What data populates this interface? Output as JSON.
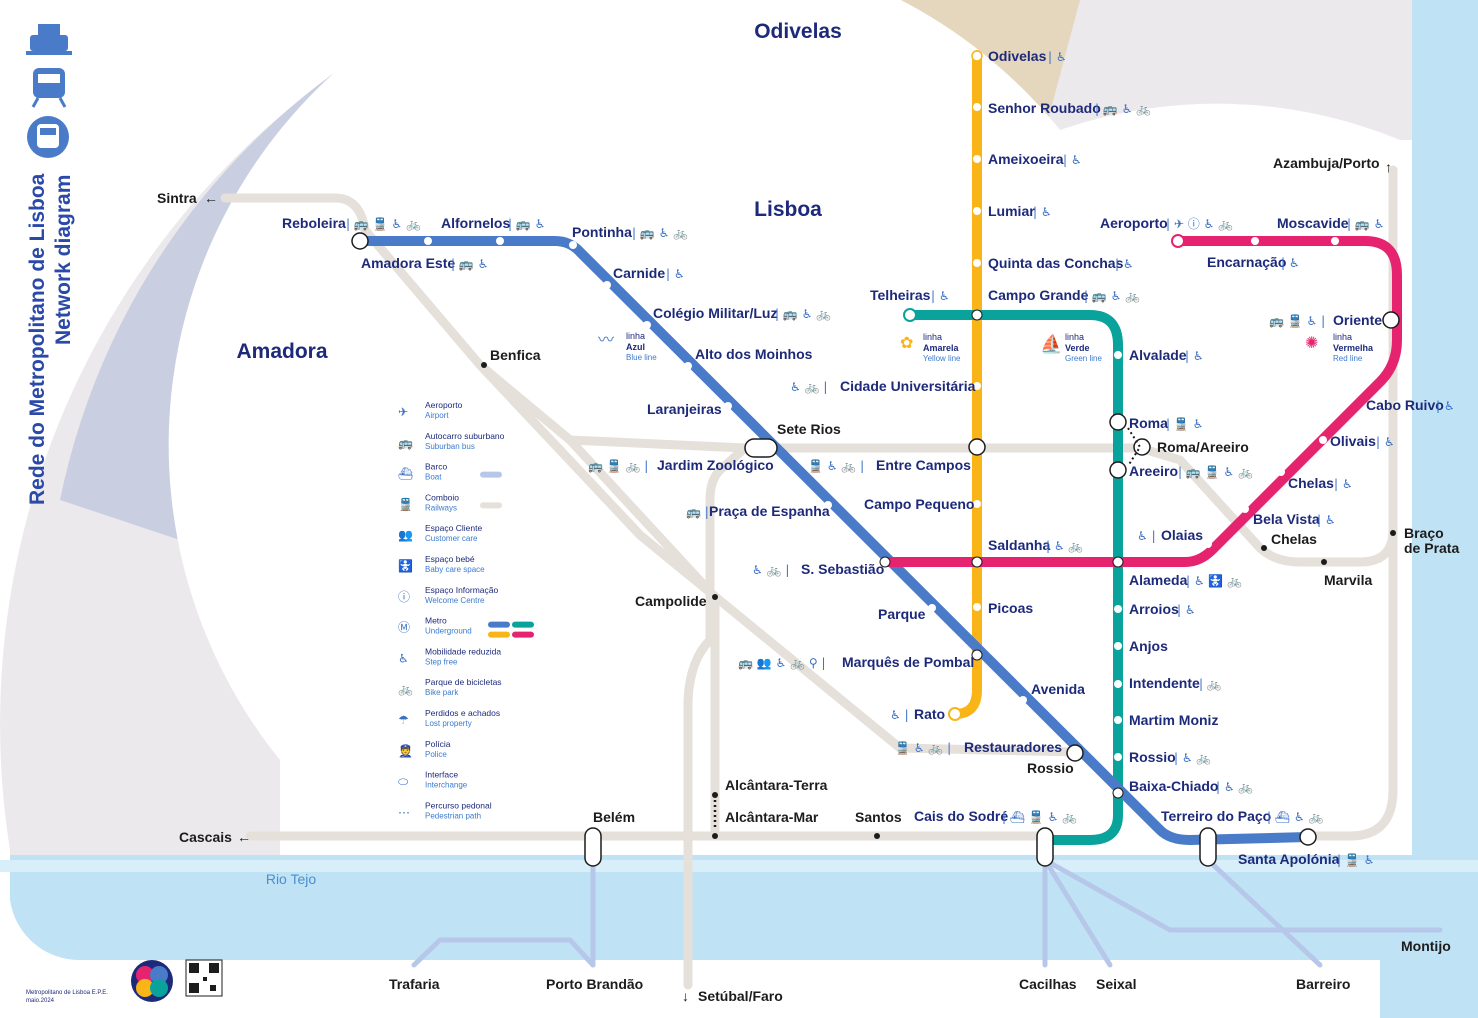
{
  "title": "Rede do Metropolitano de Lisboa",
  "subtitle": "Network diagram",
  "areas": {
    "odivelas": "Odivelas",
    "lisboa": "Lisboa",
    "amadora": "Amadora",
    "river": "Rio Tejo"
  },
  "colors": {
    "azul": "#4a7bc8",
    "amarela": "#f9b517",
    "verde": "#0aa39c",
    "vermelha": "#e6236f",
    "rail": "#e5e0da",
    "river": "#bfe3f5",
    "odivelas_bg": "#e5d7be",
    "amadora_bg": "#c9cfe0"
  },
  "lines": {
    "azul": {
      "label": "linha",
      "name": "Azul",
      "en": "Blue line"
    },
    "amarela": {
      "label": "linha",
      "name": "Amarela",
      "en": "Yellow line"
    },
    "verde": {
      "label": "linha",
      "name": "Verde",
      "en": "Green line"
    },
    "vermelha": {
      "label": "linha",
      "name": "Vermelha",
      "en": "Red line"
    }
  },
  "stations": {
    "odivelas": "Odivelas",
    "senhor_roubado": "Senhor Roubado",
    "ameixoeira": "Ameixoeira",
    "lumiar": "Lumiar",
    "quinta_conchas": "Quinta das Conchas",
    "campo_grande": "Campo Grande",
    "cidade_universitaria": "Cidade Universitária",
    "entre_campos": "Entre Campos",
    "campo_pequeno": "Campo Pequeno",
    "saldanha": "Saldanha",
    "picoas": "Picoas",
    "marques_pombal": "Marquês de Pombal",
    "rato": "Rato",
    "reboleira": "Reboleira",
    "amadora_este": "Amadora Este",
    "alfornelos": "Alfornelos",
    "pontinha": "Pontinha",
    "carnide": "Carnide",
    "colegio_militar": "Colégio Militar/Luz",
    "alto_moinhos": "Alto dos Moinhos",
    "laranjeiras": "Laranjeiras",
    "jardim_zoologico": "Jardim Zoológico",
    "praca_espanha": "Praça de Espanha",
    "s_sebastiao": "S. Sebastião",
    "parque": "Parque",
    "avenida": "Avenida",
    "restauradores": "Restauradores",
    "baixa_chiado": "Baixa-Chiado",
    "terreiro_paco": "Terreiro do Paço",
    "santa_apolonia": "Santa Apolónia",
    "telheiras": "Telheiras",
    "alvalade": "Alvalade",
    "roma": "Roma",
    "areeiro": "Areeiro",
    "alameda": "Alameda",
    "arroios": "Arroios",
    "anjos": "Anjos",
    "intendente": "Intendente",
    "martim_moniz": "Martim Moniz",
    "rossio": "Rossio",
    "cais_sodre": "Cais do Sodré",
    "aeroporto": "Aeroporto",
    "encarnacao": "Encarnação",
    "moscavide": "Moscavide",
    "oriente": "Oriente",
    "cabo_ruivo": "Cabo Ruivo",
    "olivais": "Olivais",
    "chelas": "Chelas",
    "bela_vista": "Bela Vista",
    "olaias": "Olaias"
  },
  "rail": {
    "sintra": "Sintra",
    "azambuja_porto": "Azambuja/Porto",
    "benfica": "Benfica",
    "sete_rios": "Sete Rios",
    "roma_areeiro": "Roma/Areeiro",
    "chelas": "Chelas",
    "marvila": "Marvila",
    "braco_prata_1": "Braço",
    "braco_prata_2": "de Prata",
    "campolide": "Campolide",
    "alcantara_terra": "Alcântara-Terra",
    "alcantara_mar": "Alcântara-Mar",
    "belem": "Belém",
    "santos": "Santos",
    "cascais": "Cascais",
    "rossio": "Rossio"
  },
  "ferry": {
    "trafaria": "Trafaria",
    "porto_brandao": "Porto Brandão",
    "cacilhas": "Cacilhas",
    "seixal": "Seixal",
    "barreiro": "Barreiro",
    "montijo": "Montijo",
    "setubal": "Setúbal/Faro"
  },
  "legend": [
    {
      "icon": "airplane-icon",
      "pt": "Aeroporto",
      "en": "Airport"
    },
    {
      "icon": "bus-icon",
      "pt": "Autocarro suburbano",
      "en": "Suburban bus"
    },
    {
      "icon": "boat-icon",
      "pt": "Barco",
      "en": "Boat"
    },
    {
      "icon": "train-icon",
      "pt": "Comboio",
      "en": "Railways"
    },
    {
      "icon": "customer-care-icon",
      "pt": "Espaço Cliente",
      "en": "Customer care"
    },
    {
      "icon": "baby-care-icon",
      "pt": "Espaço bebé",
      "en": "Baby care space"
    },
    {
      "icon": "info-icon",
      "pt": "Espaço Informação",
      "en": "Welcome Centre"
    },
    {
      "icon": "metro-icon",
      "pt": "Metro",
      "en": "Underground"
    },
    {
      "icon": "wheelchair-icon",
      "pt": "Mobilidade reduzida",
      "en": "Step free"
    },
    {
      "icon": "bicycle-icon",
      "pt": "Parque de bicicletas",
      "en": "Bike park"
    },
    {
      "icon": "lost-property-icon",
      "pt": "Perdidos e achados",
      "en": "Lost property"
    },
    {
      "icon": "police-icon",
      "pt": "Polícia",
      "en": "Police"
    },
    {
      "icon": "interchange-icon",
      "pt": "Interface",
      "en": "Interchange"
    },
    {
      "icon": "pedestrian-path-icon",
      "pt": "Percurso pedonal",
      "en": "Pedestrian path"
    }
  ],
  "footer": {
    "company": "Metropolitano de Lisboa E.P.E.",
    "date": "maio.2024"
  }
}
